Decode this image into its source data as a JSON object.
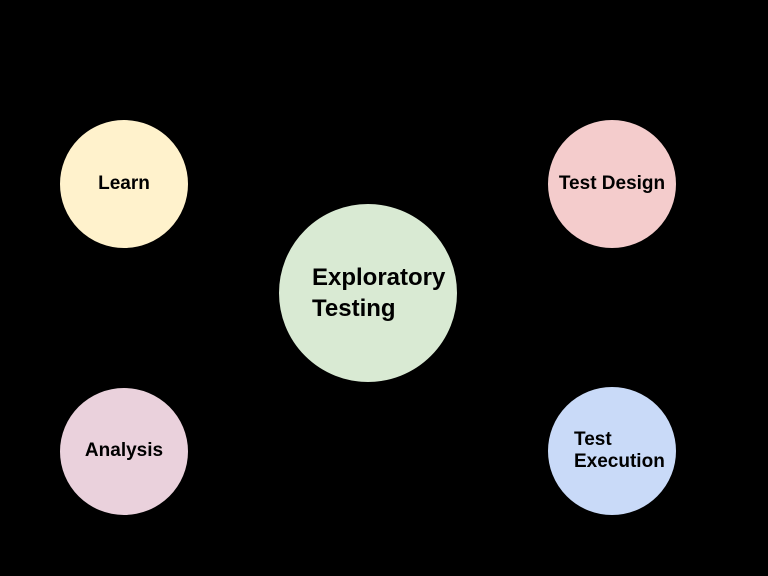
{
  "canvas": {
    "background": "#000000",
    "text_color": "#000000"
  },
  "diagram": {
    "type": "cycle",
    "center_node": {
      "id": "exploratory-testing",
      "label": "Exploratory Testing",
      "fill": "#d9ead3"
    },
    "nodes": [
      {
        "id": "learn",
        "label": "Learn",
        "fill": "#fff2cc",
        "position": "top-left"
      },
      {
        "id": "test-design",
        "label": "Test Design",
        "fill": "#f4cccc",
        "position": "top-right"
      },
      {
        "id": "test-execution",
        "label": "Test Execution",
        "fill": "#c9daf8",
        "position": "bottom-right"
      },
      {
        "id": "analysis",
        "label": "Analysis",
        "fill": "#ead1dc",
        "position": "bottom-left"
      }
    ]
  }
}
